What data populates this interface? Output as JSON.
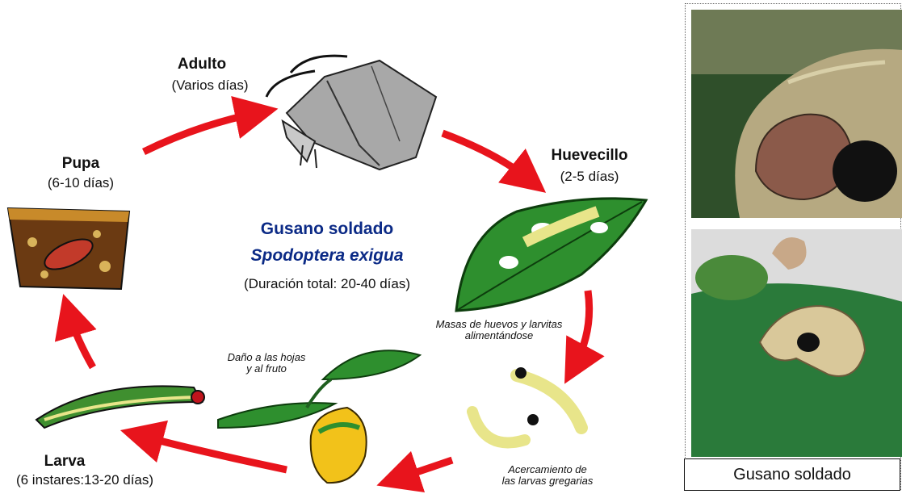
{
  "stages": {
    "adulto": {
      "title": "Adulto",
      "duration": "(Varios días)"
    },
    "huevecillo": {
      "title": "Huevecillo",
      "duration": "(2-5 días)"
    },
    "pupa": {
      "title": "Pupa",
      "duration": "(6-10 días)"
    },
    "larva": {
      "title": "Larva",
      "duration": "(6 instares:13-20 días)"
    }
  },
  "center": {
    "common_name": "Gusano soldado",
    "species": "Spodoptera exigua",
    "duration_total": "(Duración total: 20-40 días)"
  },
  "notes": {
    "egg_masses_line1": "Masas de huevos y larvitas",
    "egg_masses_line2": "alimentándose",
    "damage_line1": "Daño a las hojas",
    "damage_line2": "y al fruto",
    "approach_line1": "Acercamiento de",
    "approach_line2": "las larvas gregarias"
  },
  "photo_caption": "Gusano soldado",
  "colors": {
    "arrow": "#e8141c",
    "title_blue": "#0b2a86",
    "leaf": "#2e8f2e",
    "pepper": "#f2c21a"
  }
}
